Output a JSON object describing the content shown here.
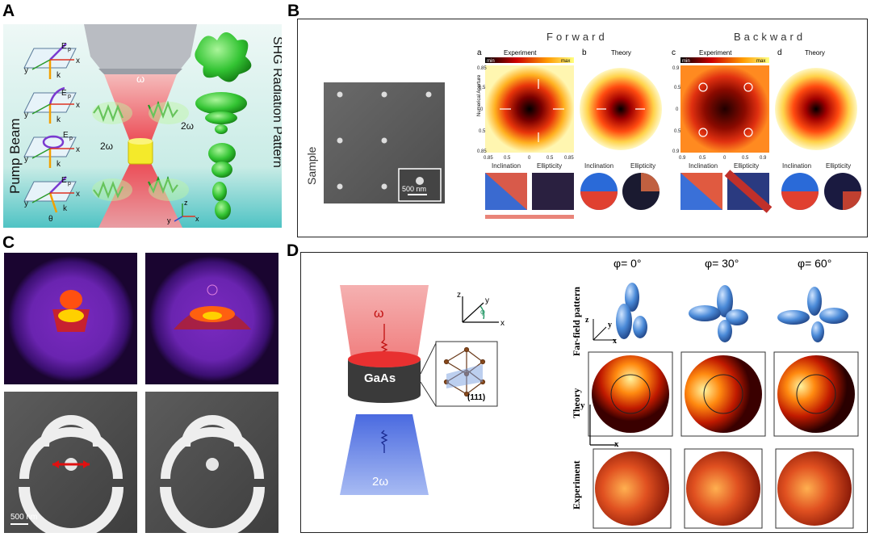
{
  "labels": {
    "A": "A",
    "B": "B",
    "C": "C",
    "D": "D"
  },
  "panel_a": {
    "pump_beam": "Pump Beam",
    "shg_pattern": "SHG Radiation Pattern",
    "omega": "ω",
    "two_omega_right": "2ω",
    "two_omega_left": "2ω",
    "field": "E",
    "field_sub": "p",
    "k": "k",
    "x": "x",
    "y": "y",
    "z": "z",
    "theta": "θ"
  },
  "panel_b": {
    "sample": "Sample",
    "scale": "500 nm",
    "forward": "Forward",
    "backward": "Backward",
    "sub_a": "a",
    "sub_b": "b",
    "sub_c": "c",
    "sub_d": "d",
    "experiment": "Experiment",
    "theory": "Theory",
    "min": "min",
    "max": "max",
    "ylabel": "Numerical Aperture",
    "ticks_fwd": [
      "0.85",
      "0.5",
      "0",
      "0.5",
      "0.85"
    ],
    "ticks_bwd": [
      "0.9",
      "0.5",
      "0",
      "0.5",
      "0.9"
    ],
    "inclination": "Inclination",
    "ellipticity": "Ellipticity"
  },
  "panel_c": {
    "scale": "500 nm"
  },
  "panel_d": {
    "phi_0": "φ= 0°",
    "phi_30": "φ= 30°",
    "phi_60": "φ= 60°",
    "farfield": "Far-field pattern",
    "theory": "Theory",
    "experiment": "Experiment",
    "gaas": "GaAs",
    "plane": "(111)",
    "omega": "ω",
    "two_omega": "2ω",
    "x": "x",
    "y": "y",
    "z": "z",
    "phi": "φ"
  },
  "colors": {
    "green": "#2fae2f",
    "red_beam": "#e8333a",
    "blue_beam": "#3a57d8",
    "purple_bg": "#4a1a8a"
  }
}
